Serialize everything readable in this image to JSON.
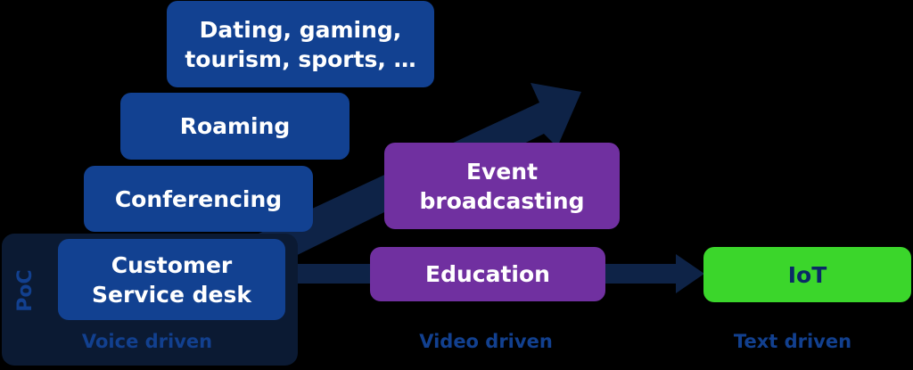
{
  "boxes": {
    "dating": "Dating, gaming,\ntourism, sports, …",
    "roaming": "Roaming",
    "conferencing": "Conferencing",
    "customer_service": "Customer\nService desk",
    "event_broadcasting": "Event\nbroadcasting",
    "education": "Education",
    "iot": "IoT"
  },
  "labels": {
    "poc": "PoC",
    "voice": "Voice driven",
    "video": "Video driven",
    "text": "Text driven"
  },
  "colors": {
    "blue_box": "#124191",
    "purple_box": "#7030a0",
    "green_box": "#3bd62b",
    "arrow": "#0e2347",
    "poc_panel": "#0b1a33",
    "caption": "#12408f"
  }
}
